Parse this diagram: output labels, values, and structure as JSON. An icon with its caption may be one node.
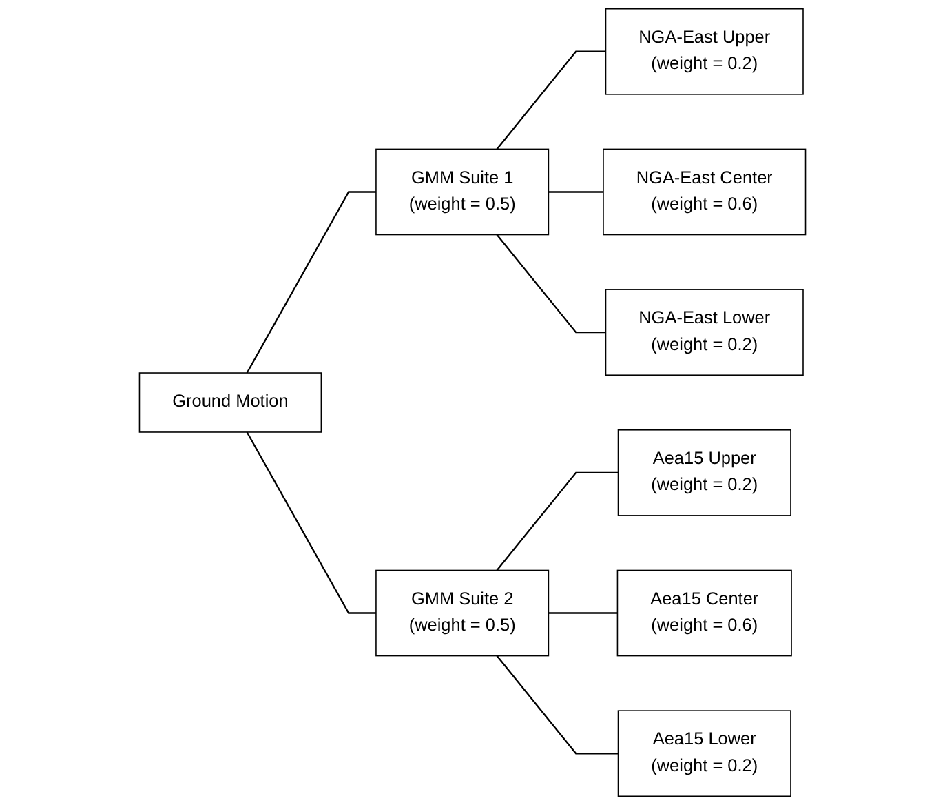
{
  "diagram": {
    "nodes": [
      {
        "text": [
          "Ground Motion"
        ]
      },
      {
        "text": [
          "GMM Suite 1",
          "(weight = 0.5)"
        ]
      },
      {
        "text": [
          "GMM Suite 2",
          "(weight = 0.5)"
        ]
      },
      {
        "text": [
          "NGA-East Upper",
          "(weight = 0.2)"
        ]
      },
      {
        "text": [
          "NGA-East Center",
          "(weight = 0.6)"
        ]
      },
      {
        "text": [
          "NGA-East Lower",
          "(weight = 0.2)"
        ]
      },
      {
        "text": [
          "Aea15 Upper",
          "(weight = 0.2)"
        ]
      },
      {
        "text": [
          "Aea15 Center",
          "(weight = 0.6)"
        ]
      },
      {
        "text": [
          "Aea15 Lower",
          "(weight = 0.2)"
        ]
      }
    ],
    "edges": [
      {
        "from": 0,
        "to": 1,
        "arrow": "none"
      },
      {
        "from": 0,
        "to": 2,
        "arrow": "none"
      },
      {
        "from": 1,
        "to": 3,
        "arrow": "none"
      },
      {
        "from": 1,
        "to": 4,
        "arrow": "none"
      },
      {
        "from": 1,
        "to": 5,
        "arrow": "none"
      },
      {
        "from": 2,
        "to": 6,
        "arrow": "none"
      },
      {
        "from": 2,
        "to": 7,
        "arrow": "none"
      },
      {
        "from": 2,
        "to": 8,
        "arrow": "none"
      }
    ]
  }
}
